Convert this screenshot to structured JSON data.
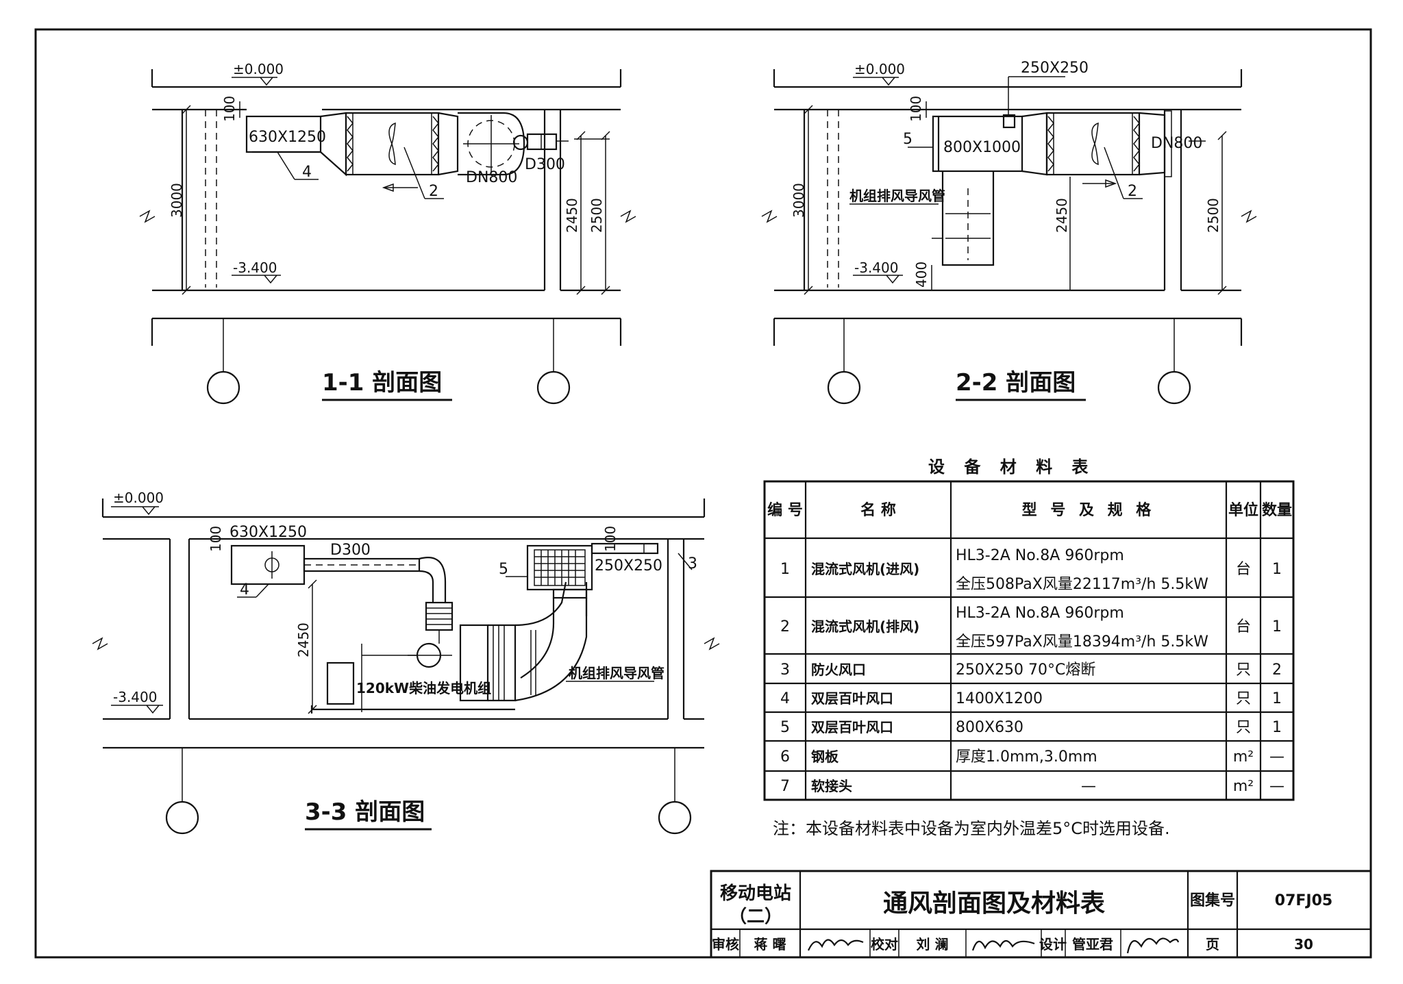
{
  "sections": {
    "s11": {
      "title": "1-1 剖面图",
      "level_top": "±0.000",
      "level_bottom": "-3.400",
      "dim_100": "100",
      "dim_3000": "3000",
      "dim_2450": "2450",
      "dim_2500": "2500",
      "louver": "630X1250",
      "dn800": "DN800",
      "d300": "D300",
      "tag_4": "4",
      "tag_2": "2"
    },
    "s22": {
      "title": "2-2 剖面图",
      "level_top": "±0.000",
      "level_bottom": "-3.400",
      "damper": "250X250",
      "dim_100": "100",
      "dim_3000": "3000",
      "dim_2450": "2450",
      "dim_2500": "2500",
      "dim_400": "400",
      "louver": "800X1000",
      "dn800": "DN800",
      "exhaust_duct": "机组排风导风管",
      "tag_5": "5",
      "tag_2": "2"
    },
    "s33": {
      "title": "3-3 剖面图",
      "level_top": "±0.000",
      "level_bottom": "-3.400",
      "dim_100a": "100",
      "dim_100b": "100",
      "louver": "630X1250",
      "d300": "D300",
      "damper": "250X250",
      "dim_2450": "2450",
      "generator": "120kW柴油发电机组",
      "exhaust_duct": "机组排风导风管",
      "tag_4": "4",
      "tag_5": "5",
      "tag_3": "3"
    }
  },
  "table": {
    "title": "设 备 材 料 表",
    "headers": [
      "编 号",
      "名  称",
      "型 号 及 规 格",
      "单位",
      "数量"
    ],
    "rows": [
      {
        "no": "1",
        "name": "混流式风机(进风)",
        "spec": [
          "HL3-2A No.8A     960rpm",
          "全压508PaX风量22117m³/h    5.5kW"
        ],
        "unit": "台",
        "qty": "1"
      },
      {
        "no": "2",
        "name": "混流式风机(排风)",
        "spec": [
          "HL3-2A No.8A     960rpm",
          "全压597PaX风量18394m³/h    5.5kW"
        ],
        "unit": "台",
        "qty": "1"
      },
      {
        "no": "3",
        "name": "防火风口",
        "spec": [
          "250X250  70°C熔断"
        ],
        "unit": "只",
        "qty": "2"
      },
      {
        "no": "4",
        "name": "双层百叶风口",
        "spec": [
          "1400X1200"
        ],
        "unit": "只",
        "qty": "1"
      },
      {
        "no": "5",
        "name": "双层百叶风口",
        "spec": [
          "800X630"
        ],
        "unit": "只",
        "qty": "1"
      },
      {
        "no": "6",
        "name": "钢板",
        "spec": [
          "厚度1.0mm,3.0mm"
        ],
        "unit": "m²",
        "qty": "—"
      },
      {
        "no": "7",
        "name": "软接头",
        "spec": [
          "—"
        ],
        "unit": "m²",
        "qty": "—"
      }
    ],
    "note": "注：本设备材料表中设备为室内外温差5°C时选用设备."
  },
  "title_block": {
    "project_line1": "移动电站",
    "project_line2": "（二）",
    "drawing_title": "通风剖面图及材料表",
    "atlas_label": "图集号",
    "atlas_no": "07FJ05",
    "review_label": "审核",
    "reviewer": "蒋 曙",
    "check_label": "校对",
    "checker": "刘 澜",
    "design_label": "设计",
    "designer": "管亚君",
    "page_label": "页",
    "page_no": "30"
  }
}
